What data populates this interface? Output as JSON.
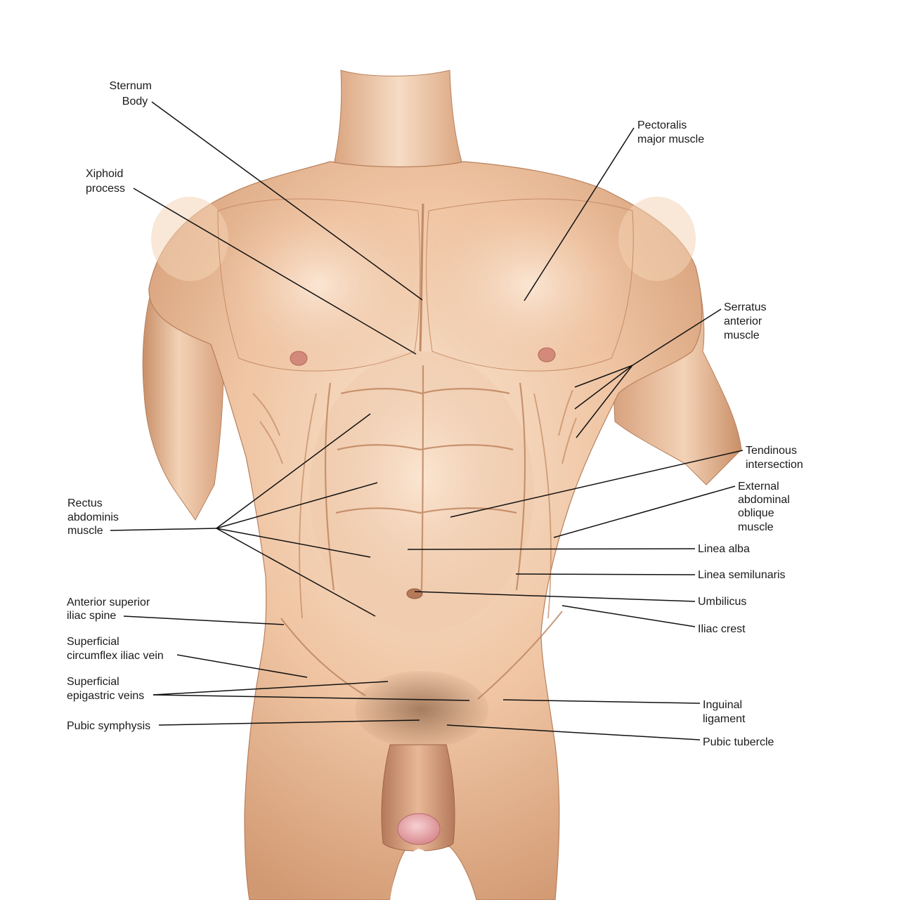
{
  "labels": {
    "sternum_body": [
      "Sternum",
      "Body"
    ],
    "xiphoid_process": [
      "Xiphoid",
      "process"
    ],
    "pectoralis_major": [
      "Pectoralis",
      "major muscle"
    ],
    "serratus_anterior": [
      "Serratus",
      "anterior",
      "muscle"
    ],
    "tendinous_intersection": [
      "Tendinous",
      "intersection"
    ],
    "external_oblique": [
      "External",
      "abdominal",
      "oblique",
      "muscle"
    ],
    "rectus_abdominis": [
      "Rectus",
      "abdominis",
      "muscle"
    ],
    "linea_alba": [
      "Linea alba"
    ],
    "linea_semilunaris": [
      "Linea semilunaris"
    ],
    "umbilicus": [
      "Umbilicus"
    ],
    "iliac_crest": [
      "Iliac crest"
    ],
    "anterior_superior_iliac_spine": [
      "Anterior superior",
      "iliac spine"
    ],
    "superficial_circumflex_iliac_vein": [
      "Superficial",
      "circumflex iliac vein"
    ],
    "superficial_epigastric_veins": [
      "Superficial",
      "epigastric veins"
    ],
    "pubic_symphysis": [
      "Pubic symphysis"
    ],
    "inguinal_ligament": [
      "Inguinal",
      "ligament"
    ],
    "pubic_tubercle": [
      "Pubic tubercle"
    ]
  },
  "colors": {
    "skin_light": "#f7dfc8",
    "skin_mid": "#e9b994",
    "skin_shadow": "#c98f68",
    "skin_deep": "#a96b49",
    "nipple": "#d38a7a",
    "glans": "#e8a3a6",
    "hair": "#8c6448",
    "leader": "#111111",
    "text": "#1a1a1a"
  }
}
